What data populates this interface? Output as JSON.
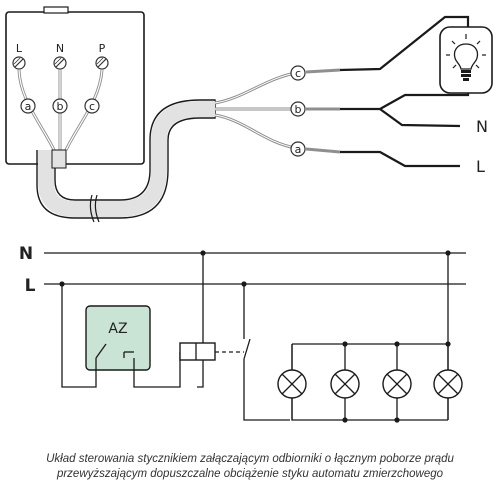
{
  "terminal_box": {
    "terminals": [
      "L",
      "N",
      "P"
    ],
    "wire_markers": [
      "a",
      "b",
      "c"
    ]
  },
  "cable_ends": {
    "markers": [
      "c",
      "b",
      "a"
    ],
    "outputs": [
      "N",
      "L"
    ]
  },
  "schematic": {
    "bus_labels": [
      "N",
      "L"
    ],
    "automat_label": "AZ"
  },
  "caption": {
    "line1": "Układ sterowania stycznikiem załączającym odbiorniki o łącznym poborze prądu",
    "line2": "przewyższającym dopuszczalne obciążenie styku automatu zmierzchowego"
  },
  "colors": {
    "line": "#1a1a1a",
    "automat_fill": "#c9e3d4",
    "cable_fill": "#e4e4e4",
    "wire_gray": "#9a9a9a"
  }
}
